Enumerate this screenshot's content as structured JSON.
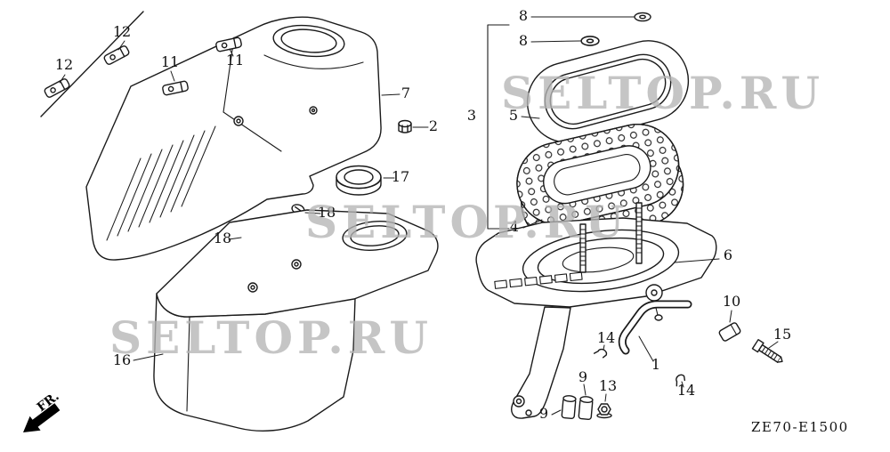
{
  "diagram": {
    "drawing_code": "ZE70-E1500",
    "front_marker": "FR.",
    "watermark": {
      "text": "SELTOP.RU",
      "color": "#b5b5b5"
    },
    "line_color": "#1a1a1a",
    "callouts": [
      {
        "label": "12"
      },
      {
        "label": "12"
      },
      {
        "label": "11"
      },
      {
        "label": "11"
      },
      {
        "label": "7"
      },
      {
        "label": "2"
      },
      {
        "label": "17"
      },
      {
        "label": "18"
      },
      {
        "label": "18"
      },
      {
        "label": "16"
      },
      {
        "label": "8"
      },
      {
        "label": "8"
      },
      {
        "label": "3"
      },
      {
        "label": "5"
      },
      {
        "label": "4"
      },
      {
        "label": "6"
      },
      {
        "label": "10"
      },
      {
        "label": "15"
      },
      {
        "label": "1"
      },
      {
        "label": "14"
      },
      {
        "label": "14"
      },
      {
        "label": "9"
      },
      {
        "label": "13"
      },
      {
        "label": "9"
      }
    ]
  }
}
